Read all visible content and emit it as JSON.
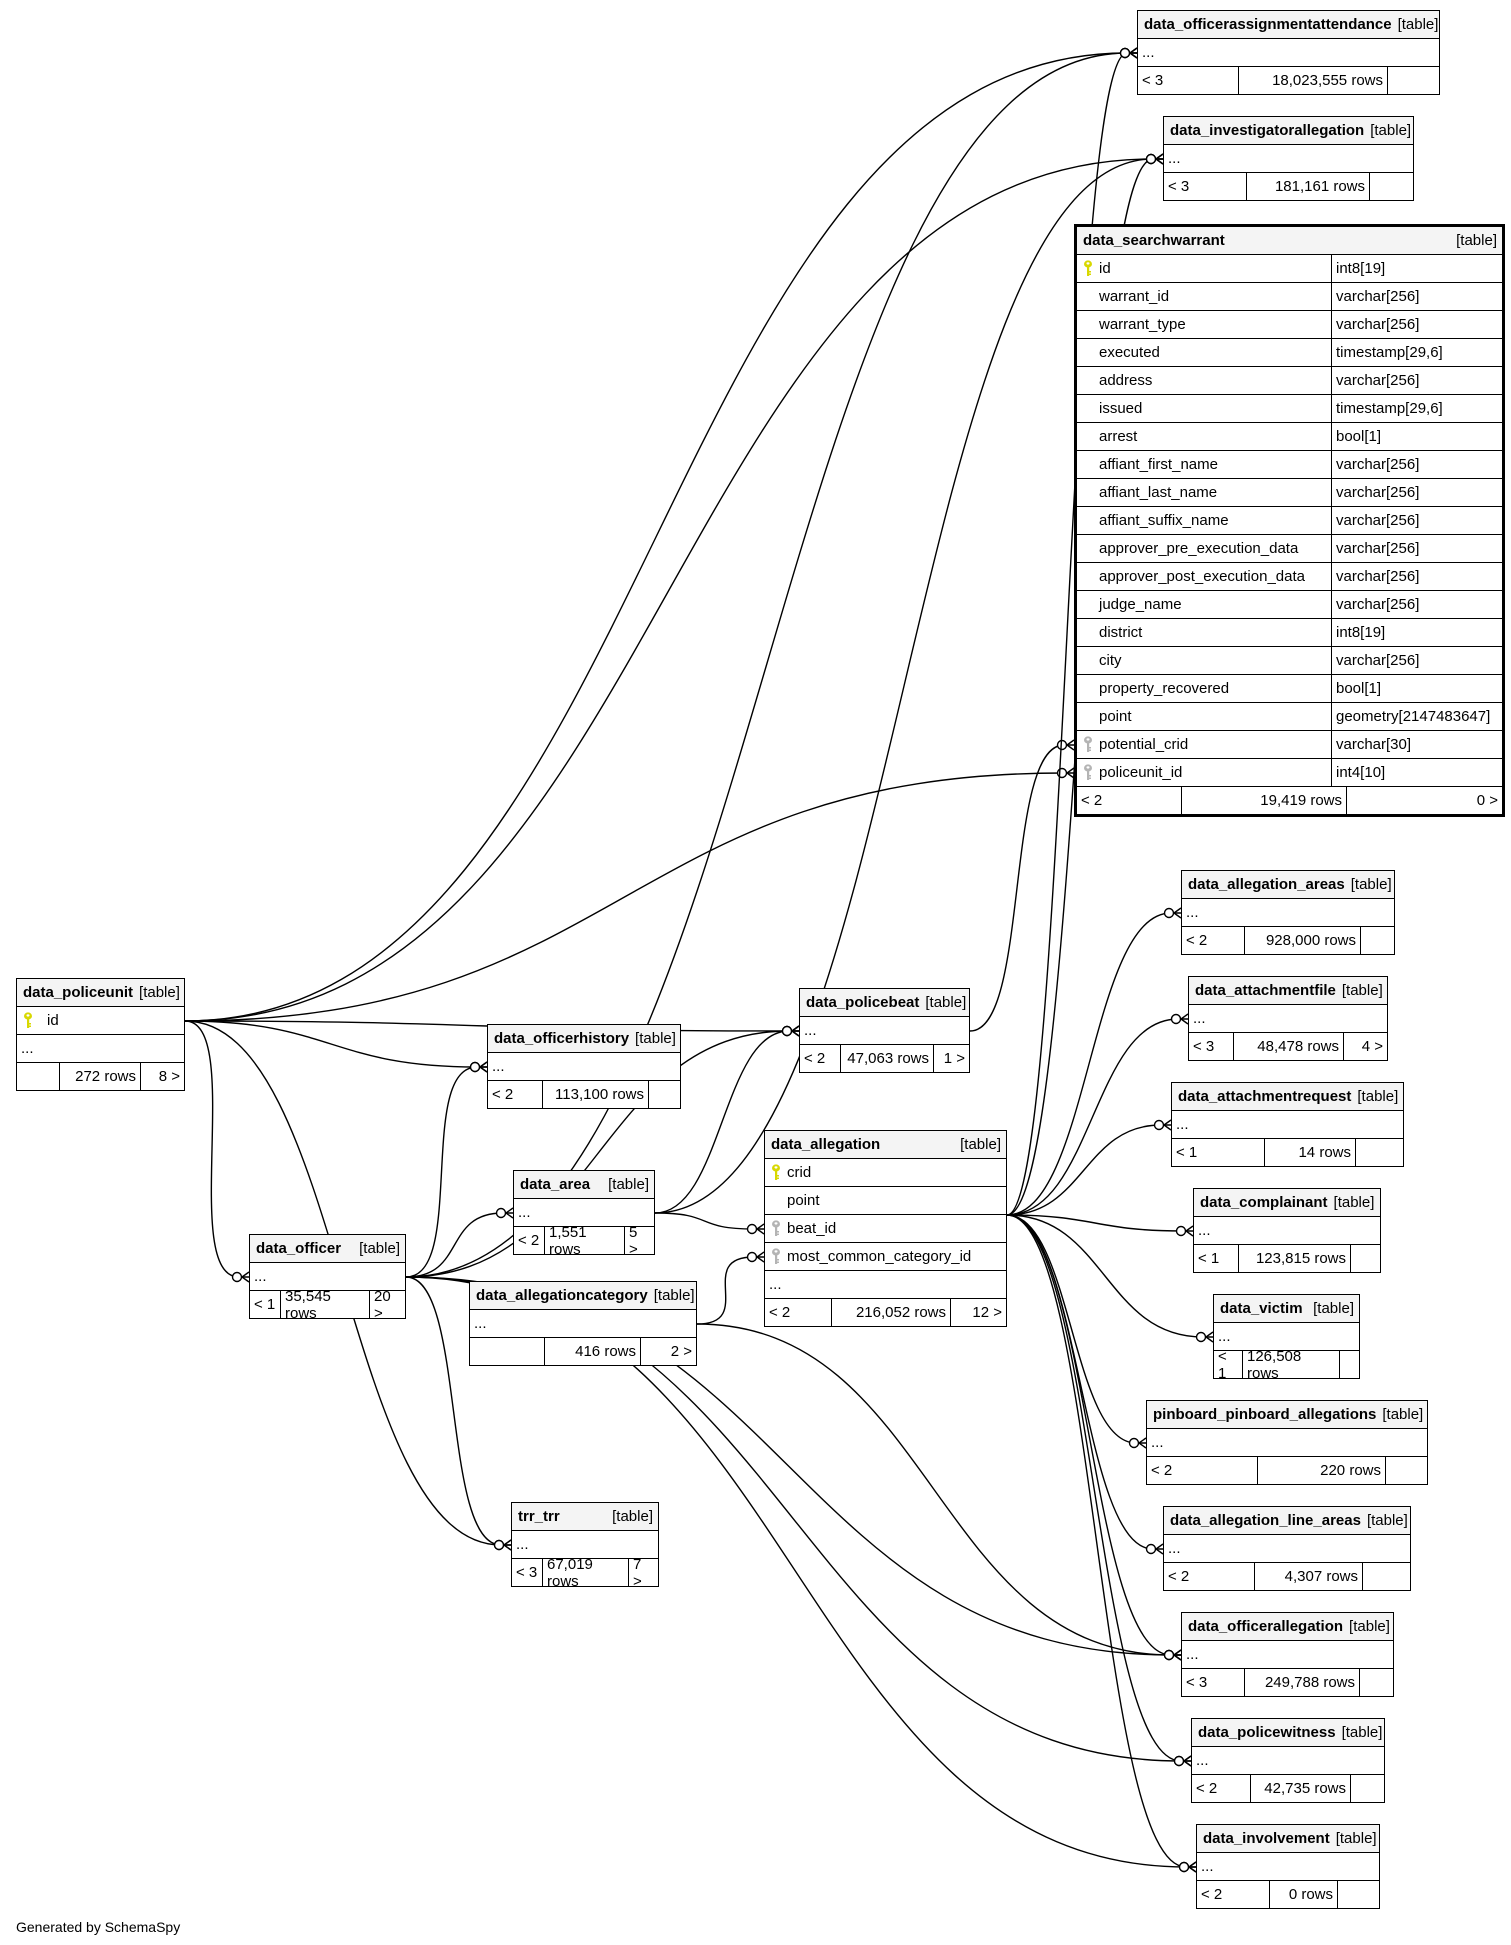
{
  "footer_text": "Generated by SchemaSpy",
  "table_tag": "[table]",
  "tables": {
    "data_officerassignmentattendance": {
      "name": "data_officerassignmentattendance",
      "parents": "< 3",
      "rows": "18,023,555 rows",
      "children": ""
    },
    "data_investigatorallegation": {
      "name": "data_investigatorallegation",
      "parents": "< 3",
      "rows": "181,161 rows",
      "children": ""
    },
    "data_policeunit": {
      "name": "data_policeunit",
      "parents": "",
      "rows": "272 rows",
      "children": "8 >",
      "columns": [
        {
          "name": "id",
          "key": "primary"
        }
      ]
    },
    "data_policebeat": {
      "name": "data_policebeat",
      "parents": "< 2",
      "rows": "47,063 rows",
      "children": "1 >"
    },
    "data_officerhistory": {
      "name": "data_officerhistory",
      "parents": "< 2",
      "rows": "113,100 rows",
      "children": ""
    },
    "data_area": {
      "name": "data_area",
      "parents": "< 2",
      "rows": "1,551 rows",
      "children": "5 >"
    },
    "data_officer": {
      "name": "data_officer",
      "parents": "< 1",
      "rows": "35,545 rows",
      "children": "20 >"
    },
    "data_allegationcategory": {
      "name": "data_allegationcategory",
      "parents": "",
      "rows": "416 rows",
      "children": "2 >"
    },
    "data_allegation": {
      "name": "data_allegation",
      "parents": "< 2",
      "rows": "216,052 rows",
      "children": "12 >",
      "columns": [
        {
          "name": "crid",
          "key": "primary"
        },
        {
          "name": "point",
          "key": "none"
        },
        {
          "name": "beat_id",
          "key": "foreign"
        },
        {
          "name": "most_common_category_id",
          "key": "foreign"
        }
      ]
    },
    "trr_trr": {
      "name": "trr_trr",
      "parents": "< 3",
      "rows": "67,019 rows",
      "children": "7 >"
    },
    "data_allegation_areas": {
      "name": "data_allegation_areas",
      "parents": "< 2",
      "rows": "928,000 rows",
      "children": ""
    },
    "data_attachmentfile": {
      "name": "data_attachmentfile",
      "parents": "< 3",
      "rows": "48,478 rows",
      "children": "4 >"
    },
    "data_attachmentrequest": {
      "name": "data_attachmentrequest",
      "parents": "< 1",
      "rows": "14 rows",
      "children": ""
    },
    "data_complainant": {
      "name": "data_complainant",
      "parents": "< 1",
      "rows": "123,815 rows",
      "children": ""
    },
    "data_victim": {
      "name": "data_victim",
      "parents": "< 1",
      "rows": "126,508 rows",
      "children": ""
    },
    "pinboard_pinboard_allegations": {
      "name": "pinboard_pinboard_allegations",
      "parents": "< 2",
      "rows": "220 rows",
      "children": ""
    },
    "data_allegation_line_areas": {
      "name": "data_allegation_line_areas",
      "parents": "< 2",
      "rows": "4,307 rows",
      "children": ""
    },
    "data_officerallegation": {
      "name": "data_officerallegation",
      "parents": "< 3",
      "rows": "249,788 rows",
      "children": ""
    },
    "data_policewitness": {
      "name": "data_policewitness",
      "parents": "< 2",
      "rows": "42,735 rows",
      "children": ""
    },
    "data_involvement": {
      "name": "data_involvement",
      "parents": "< 2",
      "rows": "0 rows",
      "children": ""
    }
  },
  "focus_table": {
    "name": "data_searchwarrant",
    "parents": "< 2",
    "rows": "19,419 rows",
    "children": "0 >",
    "columns": [
      {
        "name": "id",
        "type": "int8[19]",
        "key": "primary"
      },
      {
        "name": "warrant_id",
        "type": "varchar[256]",
        "key": "none"
      },
      {
        "name": "warrant_type",
        "type": "varchar[256]",
        "key": "none"
      },
      {
        "name": "executed",
        "type": "timestamp[29,6]",
        "key": "none"
      },
      {
        "name": "address",
        "type": "varchar[256]",
        "key": "none"
      },
      {
        "name": "issued",
        "type": "timestamp[29,6]",
        "key": "none"
      },
      {
        "name": "arrest",
        "type": "bool[1]",
        "key": "none"
      },
      {
        "name": "affiant_first_name",
        "type": "varchar[256]",
        "key": "none"
      },
      {
        "name": "affiant_last_name",
        "type": "varchar[256]",
        "key": "none"
      },
      {
        "name": "affiant_suffix_name",
        "type": "varchar[256]",
        "key": "none"
      },
      {
        "name": "approver_pre_execution_data",
        "type": "varchar[256]",
        "key": "none"
      },
      {
        "name": "approver_post_execution_data",
        "type": "varchar[256]",
        "key": "none"
      },
      {
        "name": "judge_name",
        "type": "varchar[256]",
        "key": "none"
      },
      {
        "name": "district",
        "type": "int8[19]",
        "key": "none"
      },
      {
        "name": "city",
        "type": "varchar[256]",
        "key": "none"
      },
      {
        "name": "property_recovered",
        "type": "bool[1]",
        "key": "none"
      },
      {
        "name": "point",
        "type": "geometry[2147483647]",
        "key": "none"
      },
      {
        "name": "potential_crid",
        "type": "varchar[30]",
        "key": "foreign"
      },
      {
        "name": "policeunit_id",
        "type": "int4[10]",
        "key": "foreign"
      }
    ]
  },
  "colors": {
    "primary_key": "#d8d800",
    "foreign_key": "#b4b4b4",
    "header_bg": "#f4f4f4",
    "line": "#000000"
  },
  "relationships": [
    {
      "from": "data_policeunit",
      "to": "data_officerassignmentattendance"
    },
    {
      "from": "data_policeunit",
      "to": "data_investigatorallegation"
    },
    {
      "from": "data_policeunit",
      "to": "data_searchwarrant.policeunit_id"
    },
    {
      "from": "data_policeunit",
      "to": "data_policebeat"
    },
    {
      "from": "data_policeunit",
      "to": "data_officerhistory"
    },
    {
      "from": "data_policeunit",
      "to": "data_officer"
    },
    {
      "from": "data_policeunit",
      "to": "trr_trr"
    },
    {
      "from": "data_officer",
      "to": "data_officerhistory"
    },
    {
      "from": "data_officer",
      "to": "data_area"
    },
    {
      "from": "data_officer",
      "to": "data_policebeat"
    },
    {
      "from": "data_officer",
      "to": "trr_trr"
    },
    {
      "from": "data_officer",
      "to": "data_officerassignmentattendance"
    },
    {
      "from": "data_officer",
      "to": "data_officerallegation"
    },
    {
      "from": "data_officer",
      "to": "data_policewitness"
    },
    {
      "from": "data_officer",
      "to": "data_involvement"
    },
    {
      "from": "data_area",
      "to": "data_allegation.beat_id"
    },
    {
      "from": "data_area",
      "to": "data_policebeat"
    },
    {
      "from": "data_area",
      "to": "data_investigatorallegation"
    },
    {
      "from": "data_allegationcategory",
      "to": "data_allegation.most_common_category_id"
    },
    {
      "from": "data_allegationcategory",
      "to": "data_officerallegation"
    },
    {
      "from": "data_policebeat",
      "to": "data_searchwarrant.potential_crid"
    },
    {
      "from": "data_allegation",
      "to": "data_allegation_areas"
    },
    {
      "from": "data_allegation",
      "to": "data_attachmentfile"
    },
    {
      "from": "data_allegation",
      "to": "data_attachmentrequest"
    },
    {
      "from": "data_allegation",
      "to": "data_complainant"
    },
    {
      "from": "data_allegation",
      "to": "data_victim"
    },
    {
      "from": "data_allegation",
      "to": "pinboard_pinboard_allegations"
    },
    {
      "from": "data_allegation",
      "to": "data_allegation_line_areas"
    },
    {
      "from": "data_allegation",
      "to": "data_officerallegation"
    },
    {
      "from": "data_allegation",
      "to": "data_policewitness"
    },
    {
      "from": "data_allegation",
      "to": "data_involvement"
    },
    {
      "from": "data_allegation",
      "to": "data_officerassignmentattendance"
    },
    {
      "from": "data_allegation",
      "to": "data_investigatorallegation"
    }
  ]
}
